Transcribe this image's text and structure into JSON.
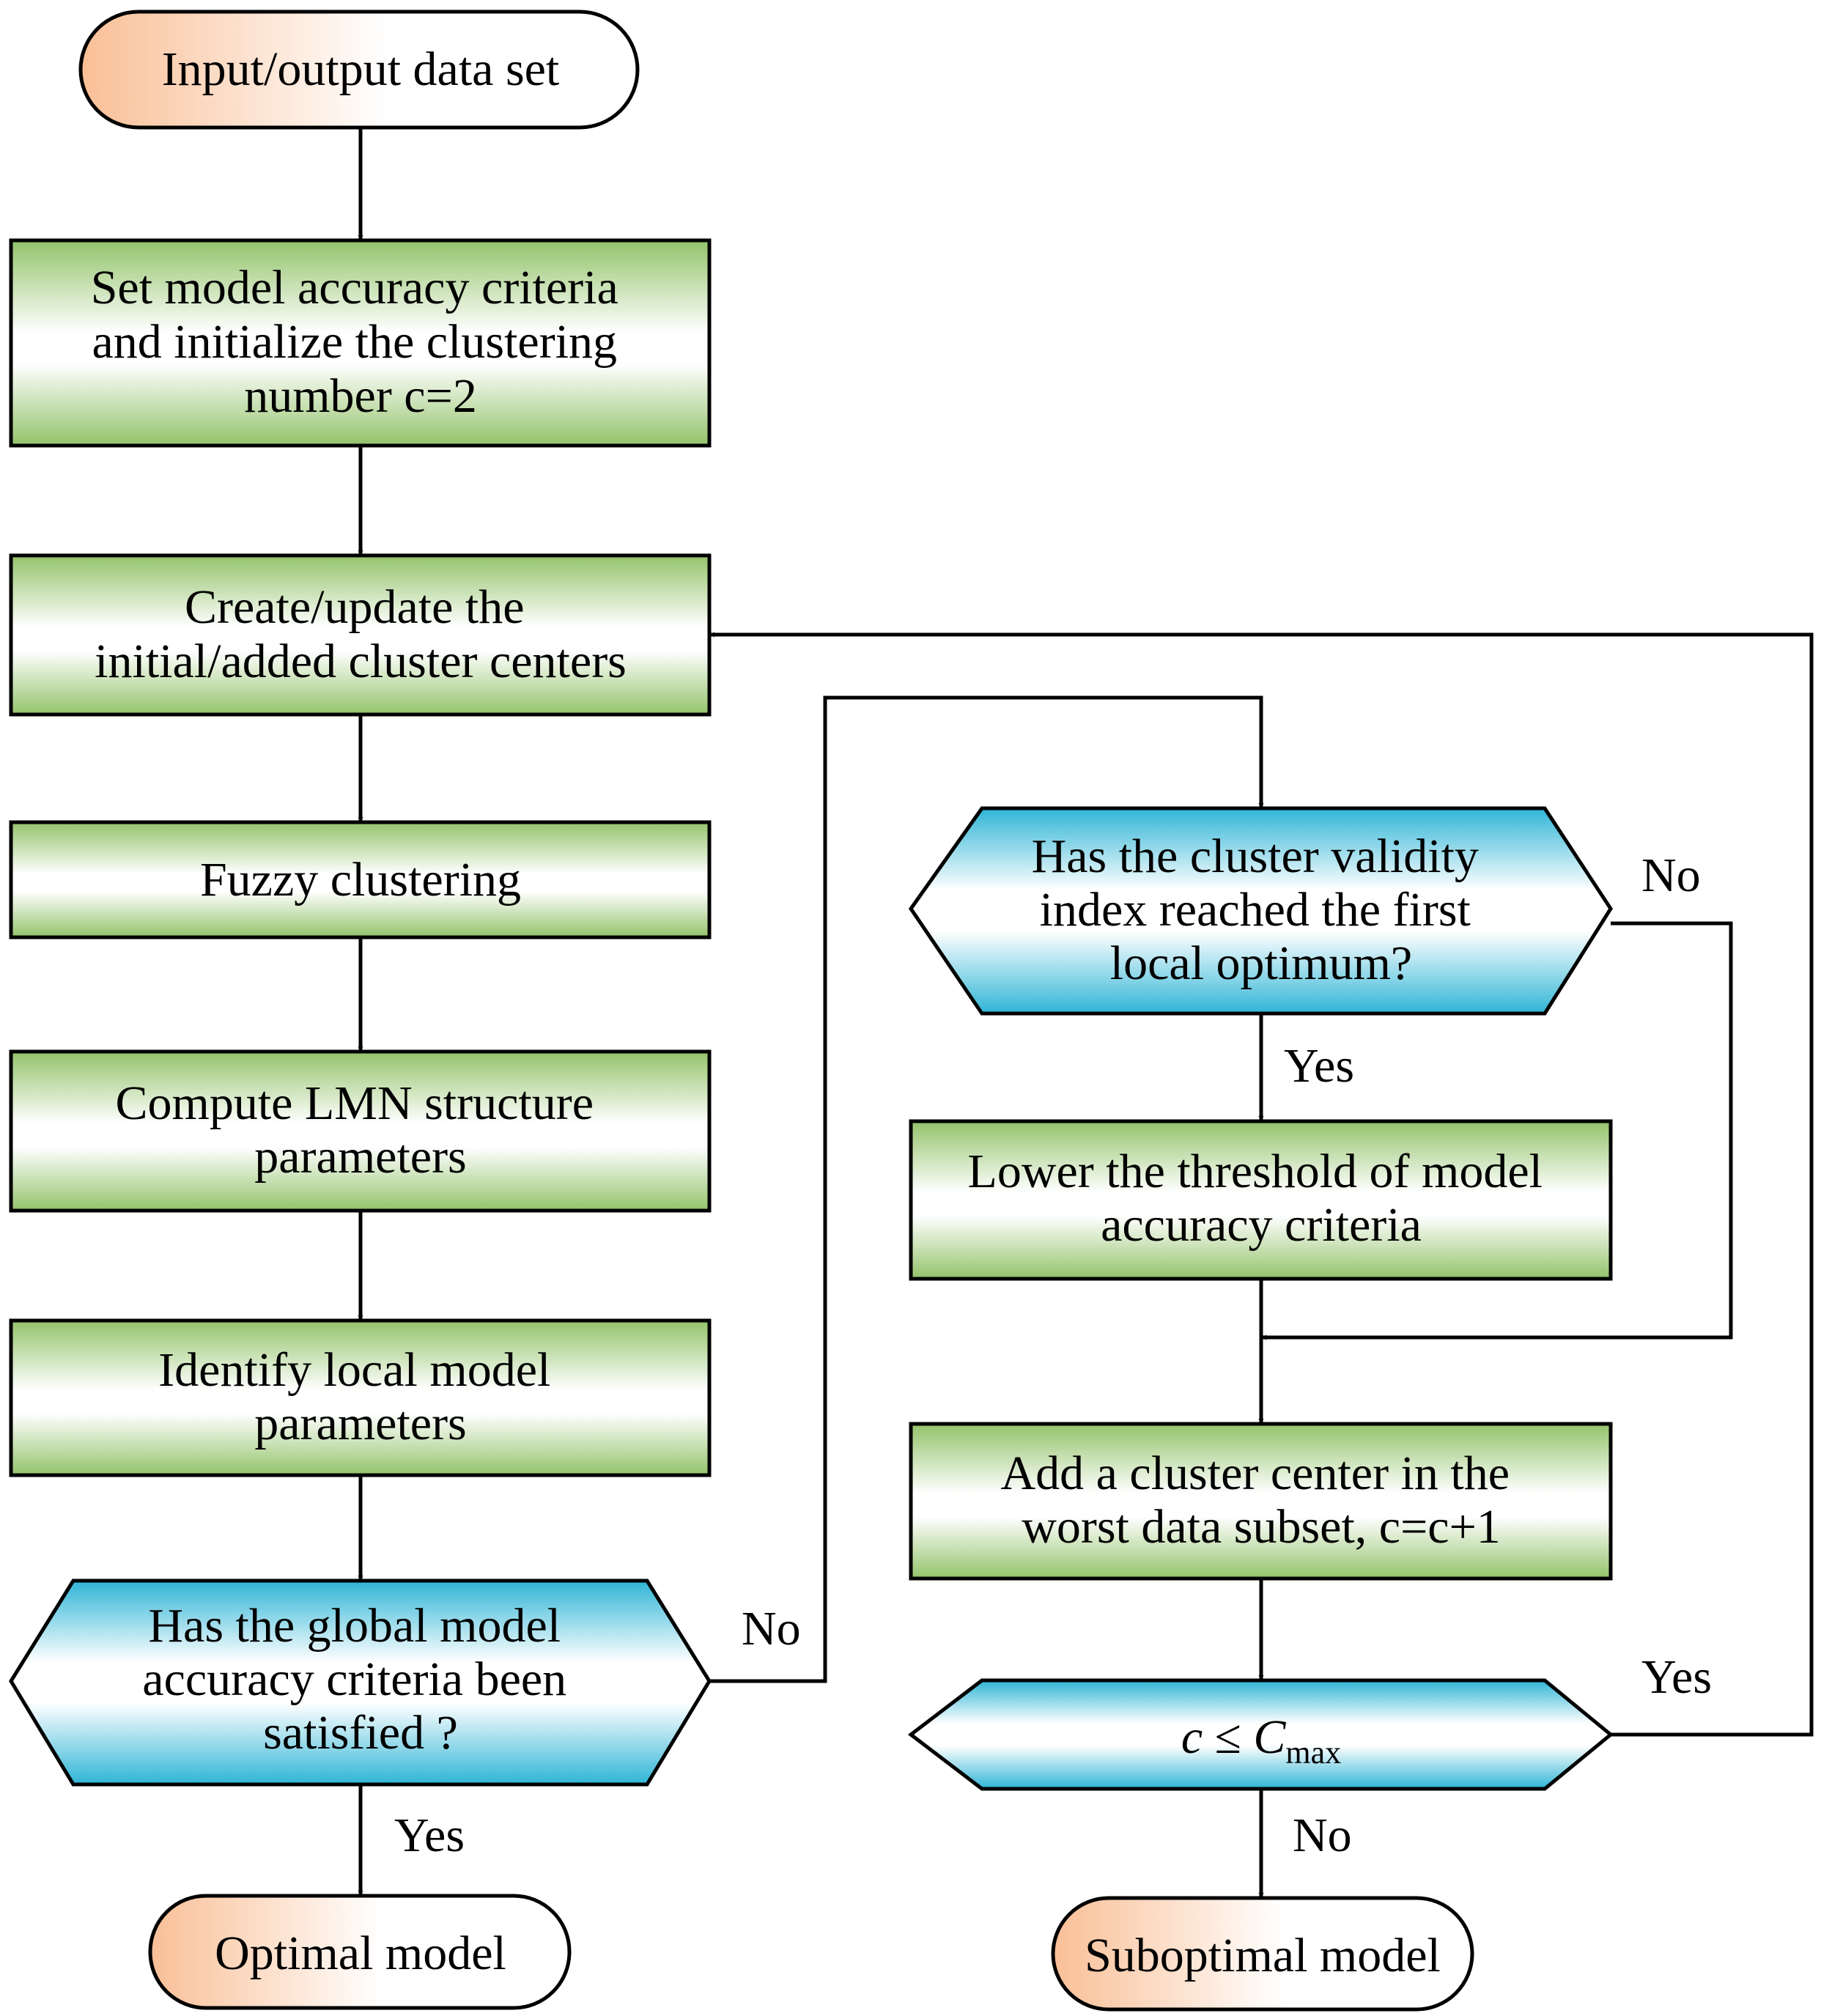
{
  "colors": {
    "terminal_fill": "#f9bf96",
    "process_fill": "#93c36a",
    "decision_fill": "#2fb5d6",
    "line": "#000000"
  },
  "nodes": {
    "start": {
      "lines": [
        "Input/output data set"
      ]
    },
    "set_criteria": {
      "lines": [
        "Set model accuracy criteria",
        "and initialize the clustering",
        "number c=2"
      ]
    },
    "create_centers": {
      "lines": [
        "Create/update the",
        "initial/added cluster centers"
      ]
    },
    "fuzzy": {
      "lines": [
        "Fuzzy clustering"
      ]
    },
    "compute_lmn": {
      "lines": [
        "Compute LMN structure",
        "parameters"
      ]
    },
    "identify": {
      "lines": [
        "Identify local model",
        "parameters"
      ]
    },
    "global_check": {
      "lines": [
        "Has the global model",
        "accuracy criteria been",
        "satisfied ?"
      ]
    },
    "optimal": {
      "lines": [
        "Optimal model"
      ]
    },
    "validity_check": {
      "lines": [
        "Has the cluster validity",
        "index reached the first",
        "local optimum?"
      ]
    },
    "lower_threshold": {
      "lines": [
        "Lower the threshold of model",
        "accuracy criteria"
      ]
    },
    "add_center": {
      "lines": [
        "Add a cluster center in the",
        "worst data subset, c=c+1"
      ]
    },
    "cmax_check": {
      "var": "c",
      "op": " ≤ ",
      "bound": "C",
      "bound_sub": "max"
    },
    "suboptimal": {
      "lines": [
        "Suboptimal model"
      ]
    }
  },
  "edge_labels": {
    "global_no": "No",
    "global_yes": "Yes",
    "validity_no": "No",
    "validity_yes": "Yes",
    "cmax_yes": "Yes",
    "cmax_no": "No"
  }
}
